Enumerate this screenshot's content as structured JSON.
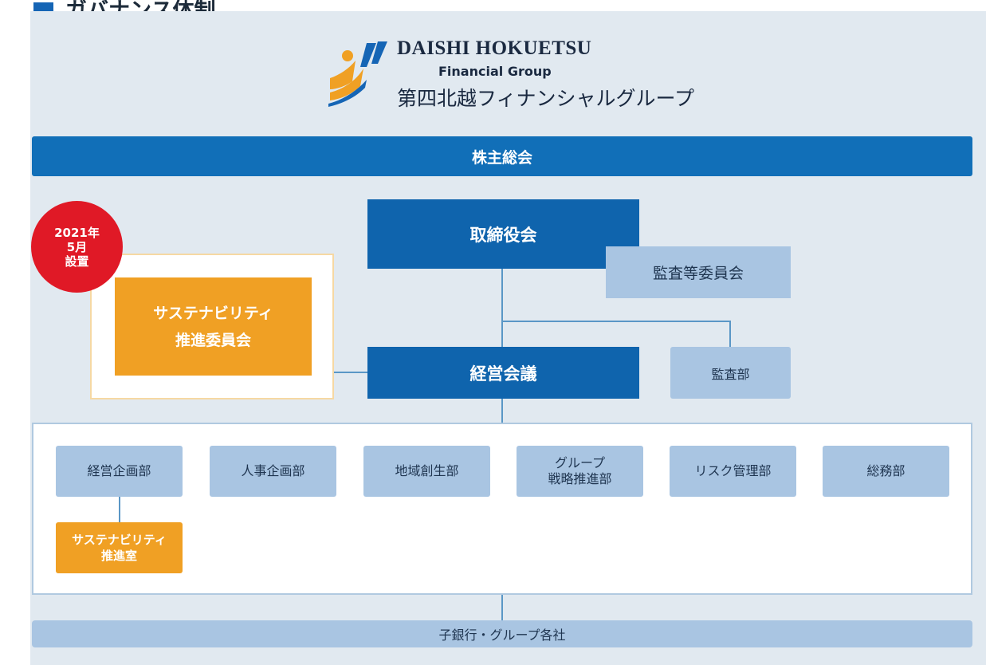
{
  "heading": "ガバナンス体制",
  "logo": {
    "english_name": "DAISHI HOKUETSU",
    "english_sub": "Financial Group",
    "japanese_name": "第四北越フィナンシャルグループ"
  },
  "shareholders_meeting": "株主総会",
  "board": "取締役会",
  "audit_committee": "監査等委員会",
  "audit_dept": "監査部",
  "management_meeting": "経営会議",
  "sustainability_committee": {
    "line1": "サステナビリティ",
    "line2": "推進委員会"
  },
  "badge": {
    "line1": "2021年",
    "line2": "5月",
    "line3": "設置"
  },
  "departments": [
    {
      "line1": "経営企画部",
      "line2": ""
    },
    {
      "line1": "人事企画部",
      "line2": ""
    },
    {
      "line1": "地域創生部",
      "line2": ""
    },
    {
      "line1": "グループ",
      "line2": "戦略推進部"
    },
    {
      "line1": "リスク管理部",
      "line2": ""
    },
    {
      "line1": "総務部",
      "line2": ""
    }
  ],
  "sustainability_office": {
    "line1": "サステナビリティ",
    "line2": "推進室"
  },
  "subsidiaries": "子銀行・グループ各社",
  "colors": {
    "dark_blue": "#0f64ad",
    "light_blue": "#a9c5e2",
    "orange": "#f0a024",
    "badge_red": "#e01926",
    "panel_bg": "#e1e9f0"
  }
}
